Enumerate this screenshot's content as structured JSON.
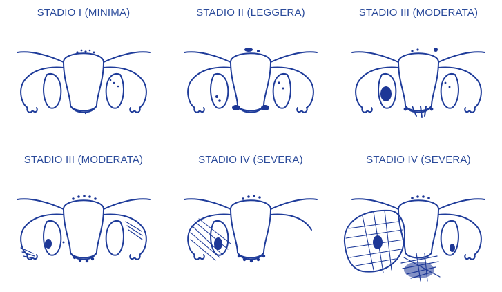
{
  "colors": {
    "line": "#1f3c9a",
    "text": "#2a4a9a",
    "lesion": "#1d3796"
  },
  "panels": [
    {
      "label": "STADIO I (MINIMA)"
    },
    {
      "label": "STADIO II (LEGGERA)"
    },
    {
      "label": "STADIO III (MODERATA)"
    },
    {
      "label": "STADIO III (MODERATA)"
    },
    {
      "label": "STADIO IV (SEVERA)"
    },
    {
      "label": "STADIO IV (SEVERA)"
    }
  ]
}
